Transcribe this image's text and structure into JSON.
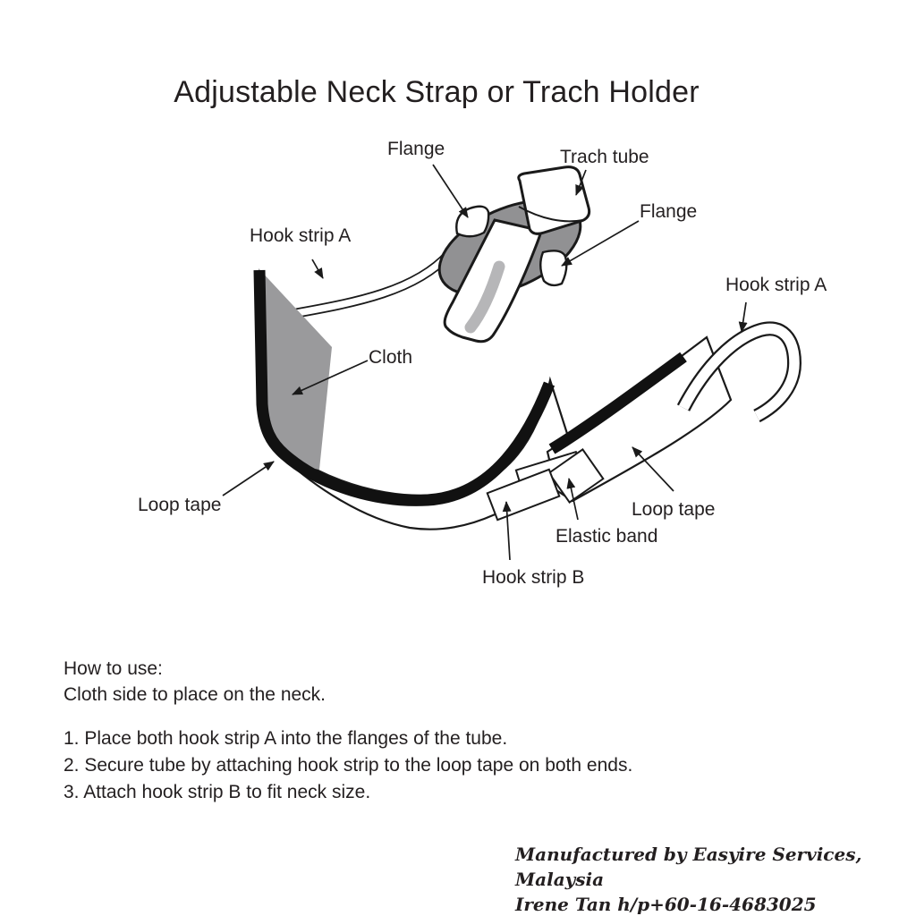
{
  "title": "Adjustable Neck Strap or Trach Holder",
  "diagram": {
    "labels": [
      {
        "id": "flange-left",
        "text": "Flange"
      },
      {
        "id": "trach-tube",
        "text": "Trach tube"
      },
      {
        "id": "flange-right",
        "text": "Flange"
      },
      {
        "id": "hook-strip-a-left",
        "text": "Hook strip A"
      },
      {
        "id": "hook-strip-a-right",
        "text": "Hook strip A"
      },
      {
        "id": "cloth",
        "text": "Cloth"
      },
      {
        "id": "loop-tape-left",
        "text": "Loop tape"
      },
      {
        "id": "loop-tape-right",
        "text": "Loop tape"
      },
      {
        "id": "elastic-band",
        "text": "Elastic band"
      },
      {
        "id": "hook-strip-b",
        "text": "Hook strip B"
      }
    ],
    "colors": {
      "outline": "#1a1a1a",
      "flange_gray": "#919193",
      "cloth_gray": "#9a9a9c",
      "tube_stripe_gray": "#b6b6b8",
      "strap_white": "#ffffff"
    }
  },
  "instructions": {
    "heading": "How to use:",
    "subheading": "Cloth side to place on the neck.",
    "steps": [
      "1. Place both hook strip A into the flanges of the tube.",
      "2. Secure tube by attaching hook strip to the loop tape on both ends.",
      "3. Attach hook strip B to fit neck size."
    ]
  },
  "footer": {
    "line1": "Manufactured by Easyire Services, Malaysia",
    "line2": "Irene Tan h/p+60-16-4683025"
  }
}
